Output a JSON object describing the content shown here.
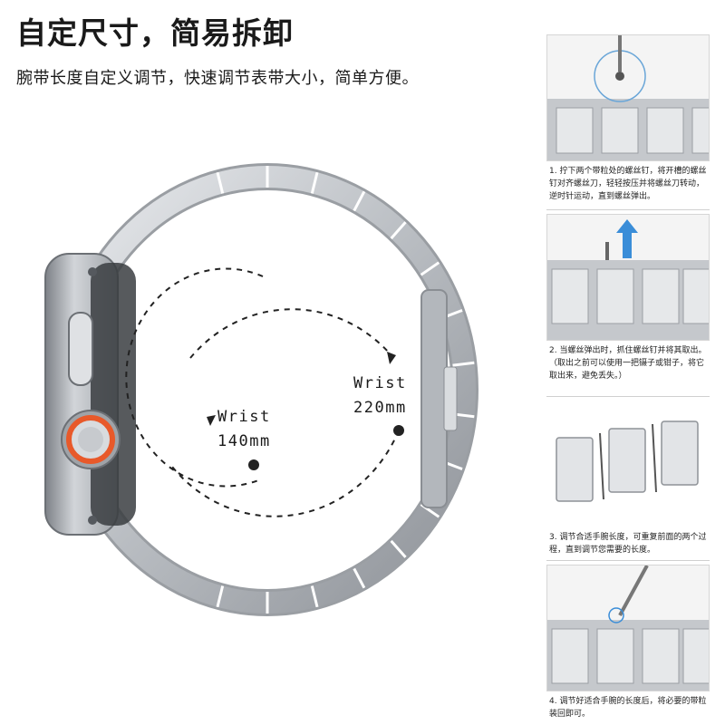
{
  "header": {
    "title": "自定尺寸，简易拆卸",
    "subtitle": "腕带长度自定义调节，快速调节表带大小，简单方便。"
  },
  "hero": {
    "wrist_small": {
      "word": "Wrist",
      "size": "140mm"
    },
    "wrist_large": {
      "word": "Wrist",
      "size": "220mm"
    },
    "bezel_accent": "#e8592a",
    "metal": "#c9ccd0"
  },
  "steps": [
    {
      "text": "1. 拧下两个带粒处的螺丝钉，将开槽的螺丝钉对齐螺丝刀，轻轻按压并将螺丝刀转动，逆时针运动，直到螺丝弹出。"
    },
    {
      "text": "2. 当螺丝弹出时，抓住螺丝钉并将其取出。（取出之前可以使用一把镊子或钳子，将它取出来，避免丢失。）"
    },
    {
      "text": "3. 调节合适手腕长度，可重复前面的两个过程，直到调节您需要的长度。"
    },
    {
      "text": "4. 调节好适合手腕的长度后，将必要的带粒装回即可。"
    }
  ]
}
